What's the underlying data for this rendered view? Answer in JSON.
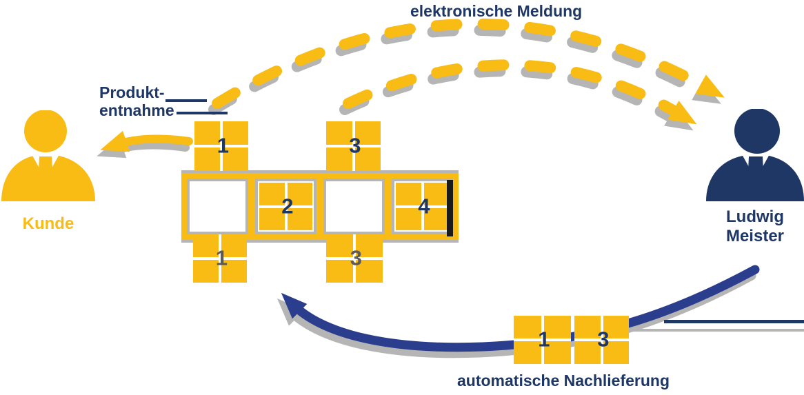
{
  "labels": {
    "electronic_message": "elektronische Meldung",
    "product_withdrawal_line1": "Produkt-",
    "product_withdrawal_line2": "entnahme",
    "customer": "Kunde",
    "supplier_line1": "Ludwig",
    "supplier_line2": "Meister",
    "auto_redelivery": "automatische Nachlieferung"
  },
  "boxes": {
    "above_shelf": [
      "1",
      "3"
    ],
    "in_shelf": [
      "2",
      "4"
    ],
    "below_shelf": [
      "1",
      "3"
    ],
    "delivery": [
      "1",
      "3"
    ]
  },
  "colors": {
    "yellow": "#F9BC15",
    "navy": "#1E3765",
    "blue": "#2B3E8E",
    "gray": "#B5B5B5",
    "numgray": "#5B5B5B",
    "darkbar": "#1A1A1A"
  }
}
